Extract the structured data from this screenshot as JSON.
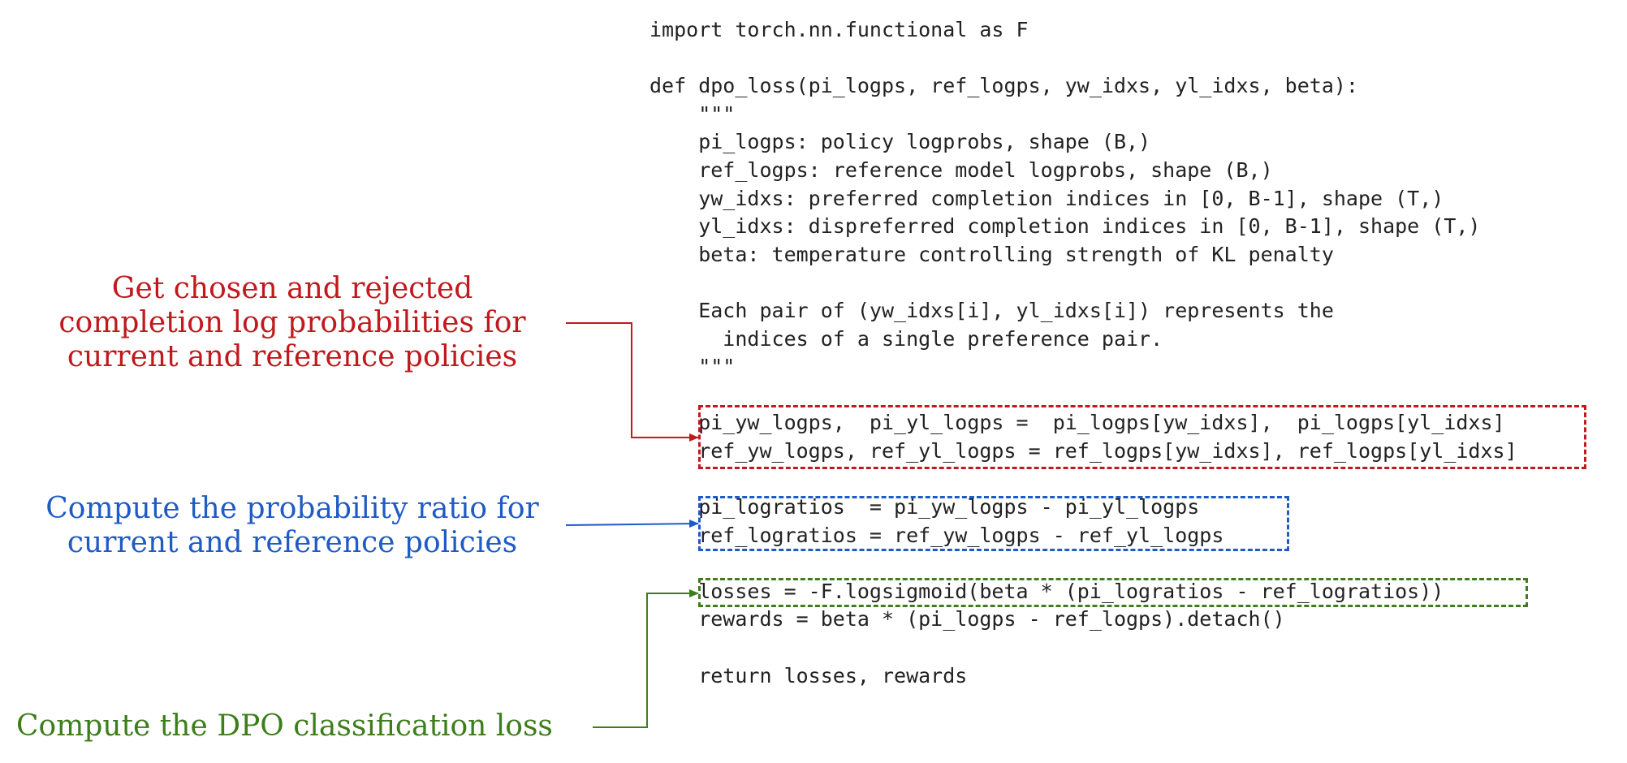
{
  "code_lines": [
    "import torch.nn.functional as F",
    "",
    "def dpo_loss(pi_logps, ref_logps, yw_idxs, yl_idxs, beta):",
    "    \"\"\"",
    "    pi_logps: policy logprobs, shape (B,)",
    "    ref_logps: reference model logprobs, shape (B,)",
    "    yw_idxs: preferred completion indices in [0, B-1], shape (T,)",
    "    yl_idxs: dispreferred completion indices in [0, B-1], shape (T,)",
    "    beta: temperature controlling strength of KL penalty",
    "",
    "    Each pair of (yw_idxs[i], yl_idxs[i]) represents the",
    "      indices of a single preference pair.",
    "    \"\"\"",
    "",
    "    pi_yw_logps,  pi_yl_logps =  pi_logps[yw_idxs],  pi_logps[yl_idxs]",
    "    ref_yw_logps, ref_yl_logps = ref_logps[yw_idxs], ref_logps[yl_idxs]",
    "",
    "    pi_logratios  = pi_yw_logps - pi_yl_logps",
    "    ref_logratios = ref_yw_logps - ref_yl_logps",
    "",
    "    losses = -F.logsigmoid(beta * (pi_logratios - ref_logratios))",
    "    rewards = beta * (pi_logps - ref_logps).detach()",
    "",
    "    return losses, rewards"
  ],
  "annotations": {
    "red": {
      "lines": [
        "Get chosen and rejected",
        "completion log probabilities for",
        "current and reference policies"
      ],
      "color": "#c0191e"
    },
    "blue": {
      "lines": [
        "Compute the probability ratio for",
        "current and reference policies"
      ],
      "color": "#1f5bc4"
    },
    "green": {
      "lines": [
        "Compute the DPO classification loss"
      ],
      "color": "#3d7d1c"
    }
  }
}
